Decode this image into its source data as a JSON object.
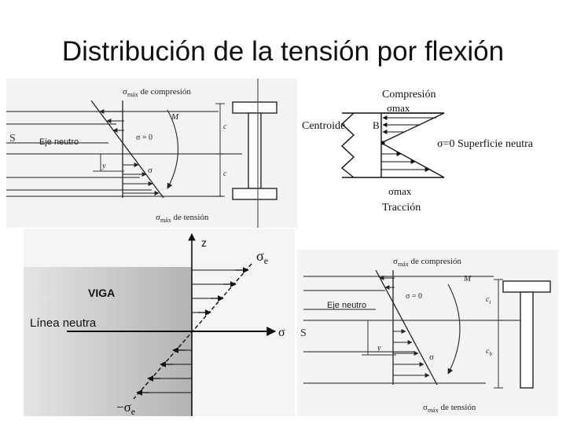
{
  "slide": {
    "title": "Distribución de la tensión por flexión"
  },
  "fig1": {
    "label_top": "σ",
    "label_top_sub": "máx",
    "label_top_rest": " de compresión",
    "label_bottom": "σ",
    "label_bottom_sub": "máx",
    "label_bottom_rest": " de tensión",
    "neutral_axis": "Eje neutro",
    "sigma_zero": "σ = 0",
    "sigma": "σ",
    "moment": "M",
    "y": "y",
    "c_top": "c",
    "c_bottom": "c",
    "s_mark": "S"
  },
  "fig2": {
    "compression": "Compresión",
    "sigma_max_top": "σmax",
    "centroid": "Centroide",
    "b_point": "B",
    "neutral_surface": "σ=0 Superficie neutra",
    "sigma_max_bottom": "σmax",
    "traction": "Tracción"
  },
  "fig3": {
    "z": "z",
    "sigma_e_top": "σ",
    "sigma_e_top_sub": "e",
    "beam": "VIGA",
    "neutral_line": "Línea neutra",
    "sigma_axis": "σ",
    "sigma_e_bottom": "−σ",
    "sigma_e_bottom_sub": "e"
  },
  "fig4": {
    "label_top": "σ",
    "label_top_sub": "máx",
    "label_top_rest": " de compresión",
    "label_bottom": "σ",
    "label_bottom_sub": "máx",
    "label_bottom_rest": " de tensión",
    "neutral_axis": "Eje neutro",
    "sigma_zero": "σ = 0",
    "sigma": "σ",
    "moment": "M",
    "y": "y",
    "c_top": "c",
    "c_top_sub": "t",
    "c_bottom": "c",
    "c_bottom_sub": "b",
    "s_mark": "S"
  }
}
